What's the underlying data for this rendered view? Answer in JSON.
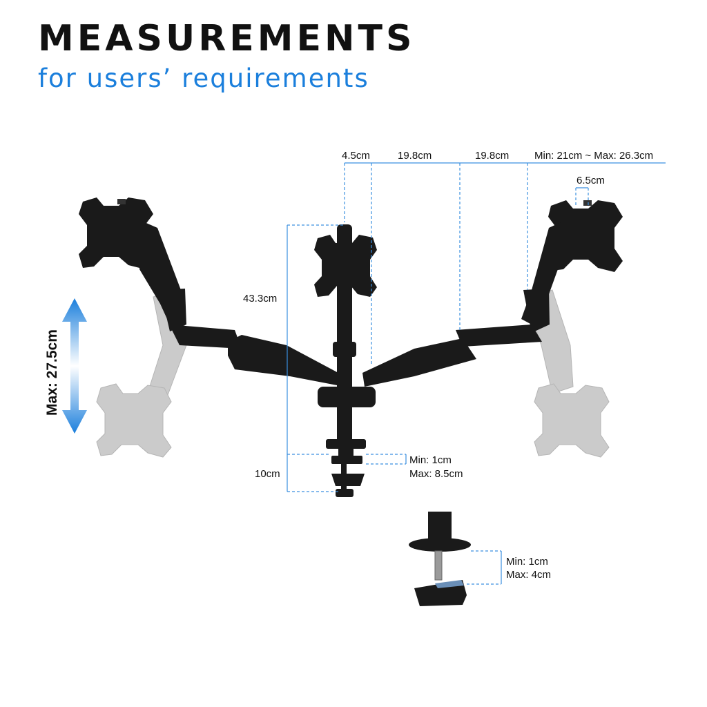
{
  "header": {
    "title": "MEASUREMENTS",
    "subtitle": "for users’ requirements"
  },
  "dimensions": {
    "top_offset": "4.5cm",
    "arm_segment_1": "19.8cm",
    "arm_segment_2": "19.8cm",
    "arm_extension": "Min: 21cm ~ Max: 26.3cm",
    "vesa_offset": "6.5cm",
    "pole_height": "43.3cm",
    "clamp_height": "10cm",
    "clamp_min": "Min: 1cm",
    "clamp_max": "Max: 8.5cm",
    "grommet_min": "Min: 1cm",
    "grommet_max": "Max: 4cm",
    "vertical_travel": "Max: 27.5cm"
  },
  "colors": {
    "accent": "#1b7fdc",
    "dimension_line": "#3a8fe0",
    "product": "#1a1a1a",
    "ghost": "#c8c8c8"
  },
  "icons": {
    "vertical_arrow": "double-arrow-vertical-icon"
  }
}
